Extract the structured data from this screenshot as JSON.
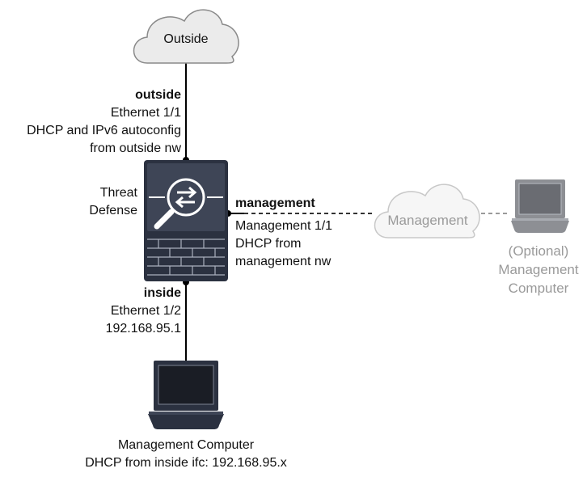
{
  "clouds": {
    "outside": "Outside",
    "management": "Management"
  },
  "outside_link": {
    "name": "outside",
    "interface": "Ethernet 1/1",
    "addressing": "DHCP and IPv6 autoconfig",
    "source": "from outside nw"
  },
  "device": {
    "line1": "Threat",
    "line2": "Defense"
  },
  "management_link": {
    "name": "management",
    "interface": "Management 1/1",
    "addressing": "DHCP from",
    "source": "management nw"
  },
  "inside_link": {
    "name": "inside",
    "interface": "Ethernet 1/2",
    "address": "192.168.95.1"
  },
  "inside_computer": {
    "name": "Management Computer",
    "addressing": "DHCP from inside ifc: 192.168.95.x"
  },
  "optional_computer": {
    "line1": "(Optional)",
    "line2": "Management",
    "line3": "Computer"
  },
  "colors": {
    "device_body": "#2b3140",
    "device_panel": "#3e4556",
    "cloud_outline": "#8a8a8a",
    "faded_gray": "#9a9a9a",
    "link": "#000000"
  }
}
